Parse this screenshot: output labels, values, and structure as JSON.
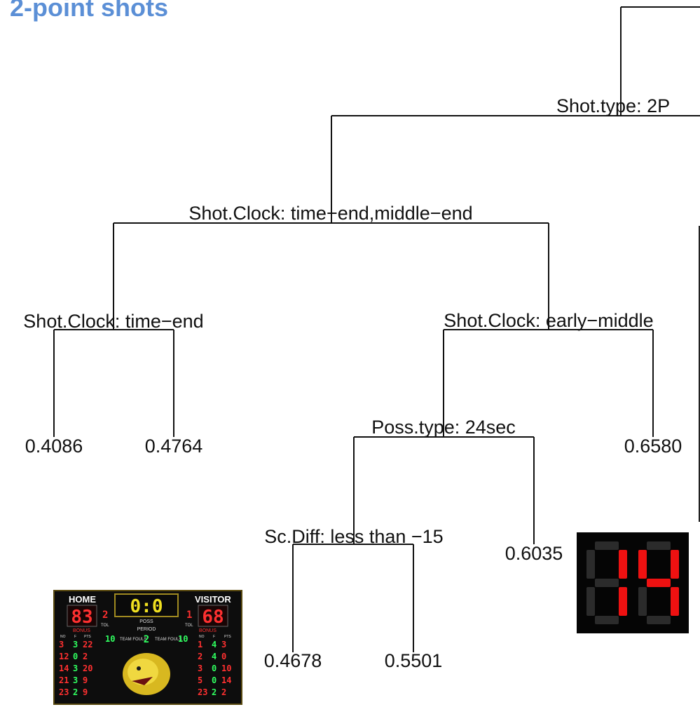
{
  "title": "2-point shots",
  "tree": {
    "splits": {
      "root": "Shot.type: 2P",
      "clock_a": "Shot.Clock: time−end,middle−end",
      "clock_b": "Shot.Clock: time−end",
      "clock_c": "Shot.Clock: early−middle",
      "poss": "Poss.type: 24sec",
      "scdiff": "Sc.Diff: less than −15"
    },
    "leaves": {
      "l1": "0.4086",
      "l2": "0.4764",
      "l3": "0.6580",
      "l4": "0.6035",
      "l5": "0.4678",
      "l6": "0.5501"
    }
  },
  "scoreboard": {
    "home_label": "HOME",
    "visitor_label": "VISITOR",
    "home_score": "83",
    "visitor_score": "68",
    "clock": "0:0",
    "home_tol": "2",
    "visitor_tol": "1",
    "tol_label": "TOL",
    "poss_label": "POSS",
    "period_label": "PERIOD",
    "period": "2",
    "bonus_label": "BONUS",
    "team_fouls_label": "TEAM FOULS",
    "home_team_fouls": "10",
    "visitor_team_fouls": "10",
    "col_no": "NO",
    "col_f": "F",
    "col_pts": "PTS",
    "home_rows": [
      [
        "3",
        "3",
        "22"
      ],
      [
        "12",
        "0",
        "2"
      ],
      [
        "14",
        "3",
        "20"
      ],
      [
        "21",
        "3",
        "9"
      ],
      [
        "23",
        "2",
        "9"
      ]
    ],
    "visitor_rows": [
      [
        "1",
        "4",
        "3"
      ],
      [
        "2",
        "4",
        "0"
      ],
      [
        "3",
        "0",
        "10"
      ],
      [
        "5",
        "0",
        "14"
      ],
      [
        "23",
        "2",
        "2"
      ]
    ]
  },
  "shot_clock": {
    "value": "14",
    "digit_color": "#ee1111"
  }
}
